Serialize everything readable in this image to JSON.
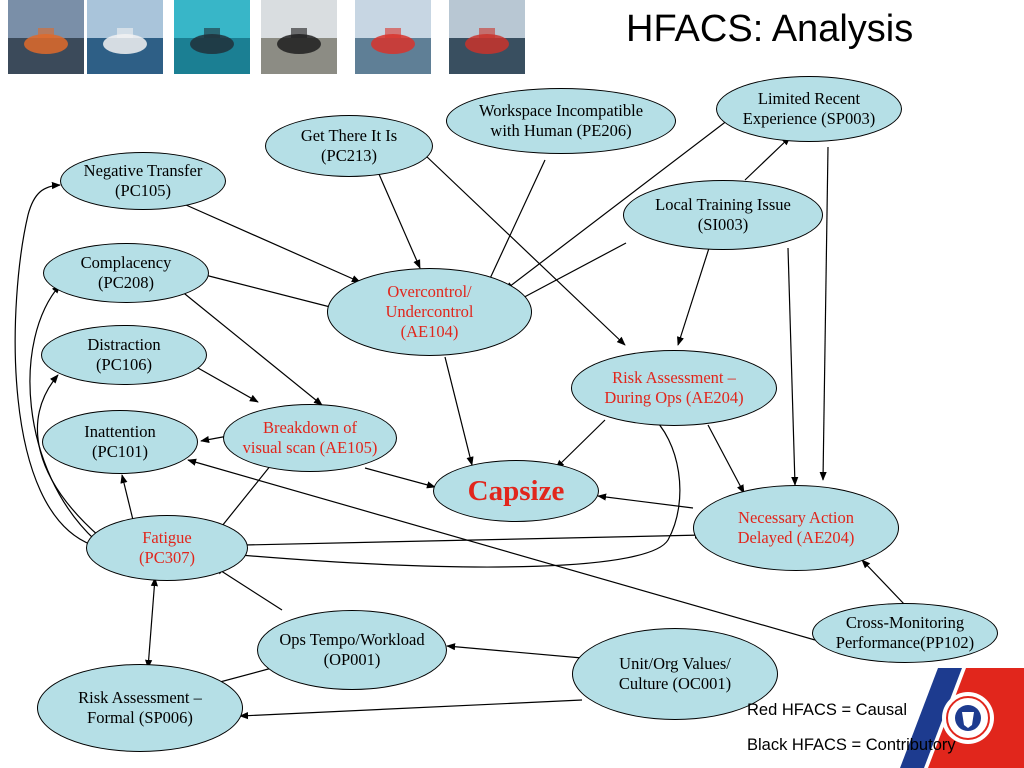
{
  "title": "HFACS: Analysis",
  "colors": {
    "node_fill": "#b5dfe6",
    "causal_text": "#e1261c",
    "contributory_text": "#000000",
    "edge": "#000000"
  },
  "photos": [
    {
      "name": "rescue-crew-photo",
      "sky": "#7a8fa8",
      "ground": "#3b4a5a",
      "accent": "#e06a2a"
    },
    {
      "name": "patrol-boat-photo",
      "sky": "#a9c4da",
      "ground": "#2e5f86",
      "accent": "#f2f2f2"
    },
    {
      "name": "diver-photo",
      "sky": "#38b6c8",
      "ground": "#1b7f93",
      "accent": "#20303a"
    },
    {
      "name": "canine-team-photo",
      "sky": "#d9dde0",
      "ground": "#8c8c84",
      "accent": "#1e1e1e"
    },
    {
      "name": "response-boat-photo",
      "sky": "#c7d6e3",
      "ground": "#5f7f96",
      "accent": "#d8332b"
    },
    {
      "name": "helicopter-photo",
      "sky": "#b8c7d3",
      "ground": "#394f60",
      "accent": "#c9332b"
    }
  ],
  "nodes": [
    {
      "id": "negative-transfer",
      "label": "Negative Transfer\n(PC105)",
      "causal": false
    },
    {
      "id": "get-there-it-is",
      "label": "Get There It Is\n(PC213)",
      "causal": false
    },
    {
      "id": "workspace-incompatible",
      "label": "Workspace Incompatible\nwith Human (PE206)",
      "causal": false
    },
    {
      "id": "limited-recent-experience",
      "label": "Limited Recent\nExperience (SP003)",
      "causal": false
    },
    {
      "id": "local-training-issue",
      "label": "Local Training Issue\n(SI003)",
      "causal": false
    },
    {
      "id": "complacency",
      "label": "Complacency\n(PC208)",
      "causal": false
    },
    {
      "id": "overcontrol",
      "label": "Overcontrol/\nUndercontrol\n(AE104)",
      "causal": true
    },
    {
      "id": "distraction",
      "label": "Distraction\n(PC106)",
      "causal": false
    },
    {
      "id": "risk-assessment-during-ops",
      "label": "Risk Assessment –\nDuring Ops (AE204)",
      "causal": true
    },
    {
      "id": "inattention",
      "label": "Inattention\n(PC101)",
      "causal": false
    },
    {
      "id": "breakdown-visual-scan",
      "label": "Breakdown of\nvisual scan (AE105)",
      "causal": true
    },
    {
      "id": "capsize",
      "label": "Capsize",
      "causal": true
    },
    {
      "id": "fatigue",
      "label": "Fatigue\n(PC307)",
      "causal": true
    },
    {
      "id": "necessary-action-delayed",
      "label": "Necessary Action\nDelayed (AE204)",
      "causal": true
    },
    {
      "id": "cross-monitoring",
      "label": "Cross-Monitoring\nPerformance(PP102)",
      "causal": false
    },
    {
      "id": "ops-tempo-workload",
      "label": "Ops Tempo/Workload\n(OP001)",
      "causal": false
    },
    {
      "id": "unit-org-values",
      "label": "Unit/Org Values/\nCulture (OC001)",
      "causal": false
    },
    {
      "id": "risk-assessment-formal",
      "label": "Risk Assessment –\nFormal (SP006)",
      "causal": false
    }
  ],
  "legend": {
    "causal": "Red HFACS = Causal",
    "contributory": "Black HFACS = Contributory"
  }
}
